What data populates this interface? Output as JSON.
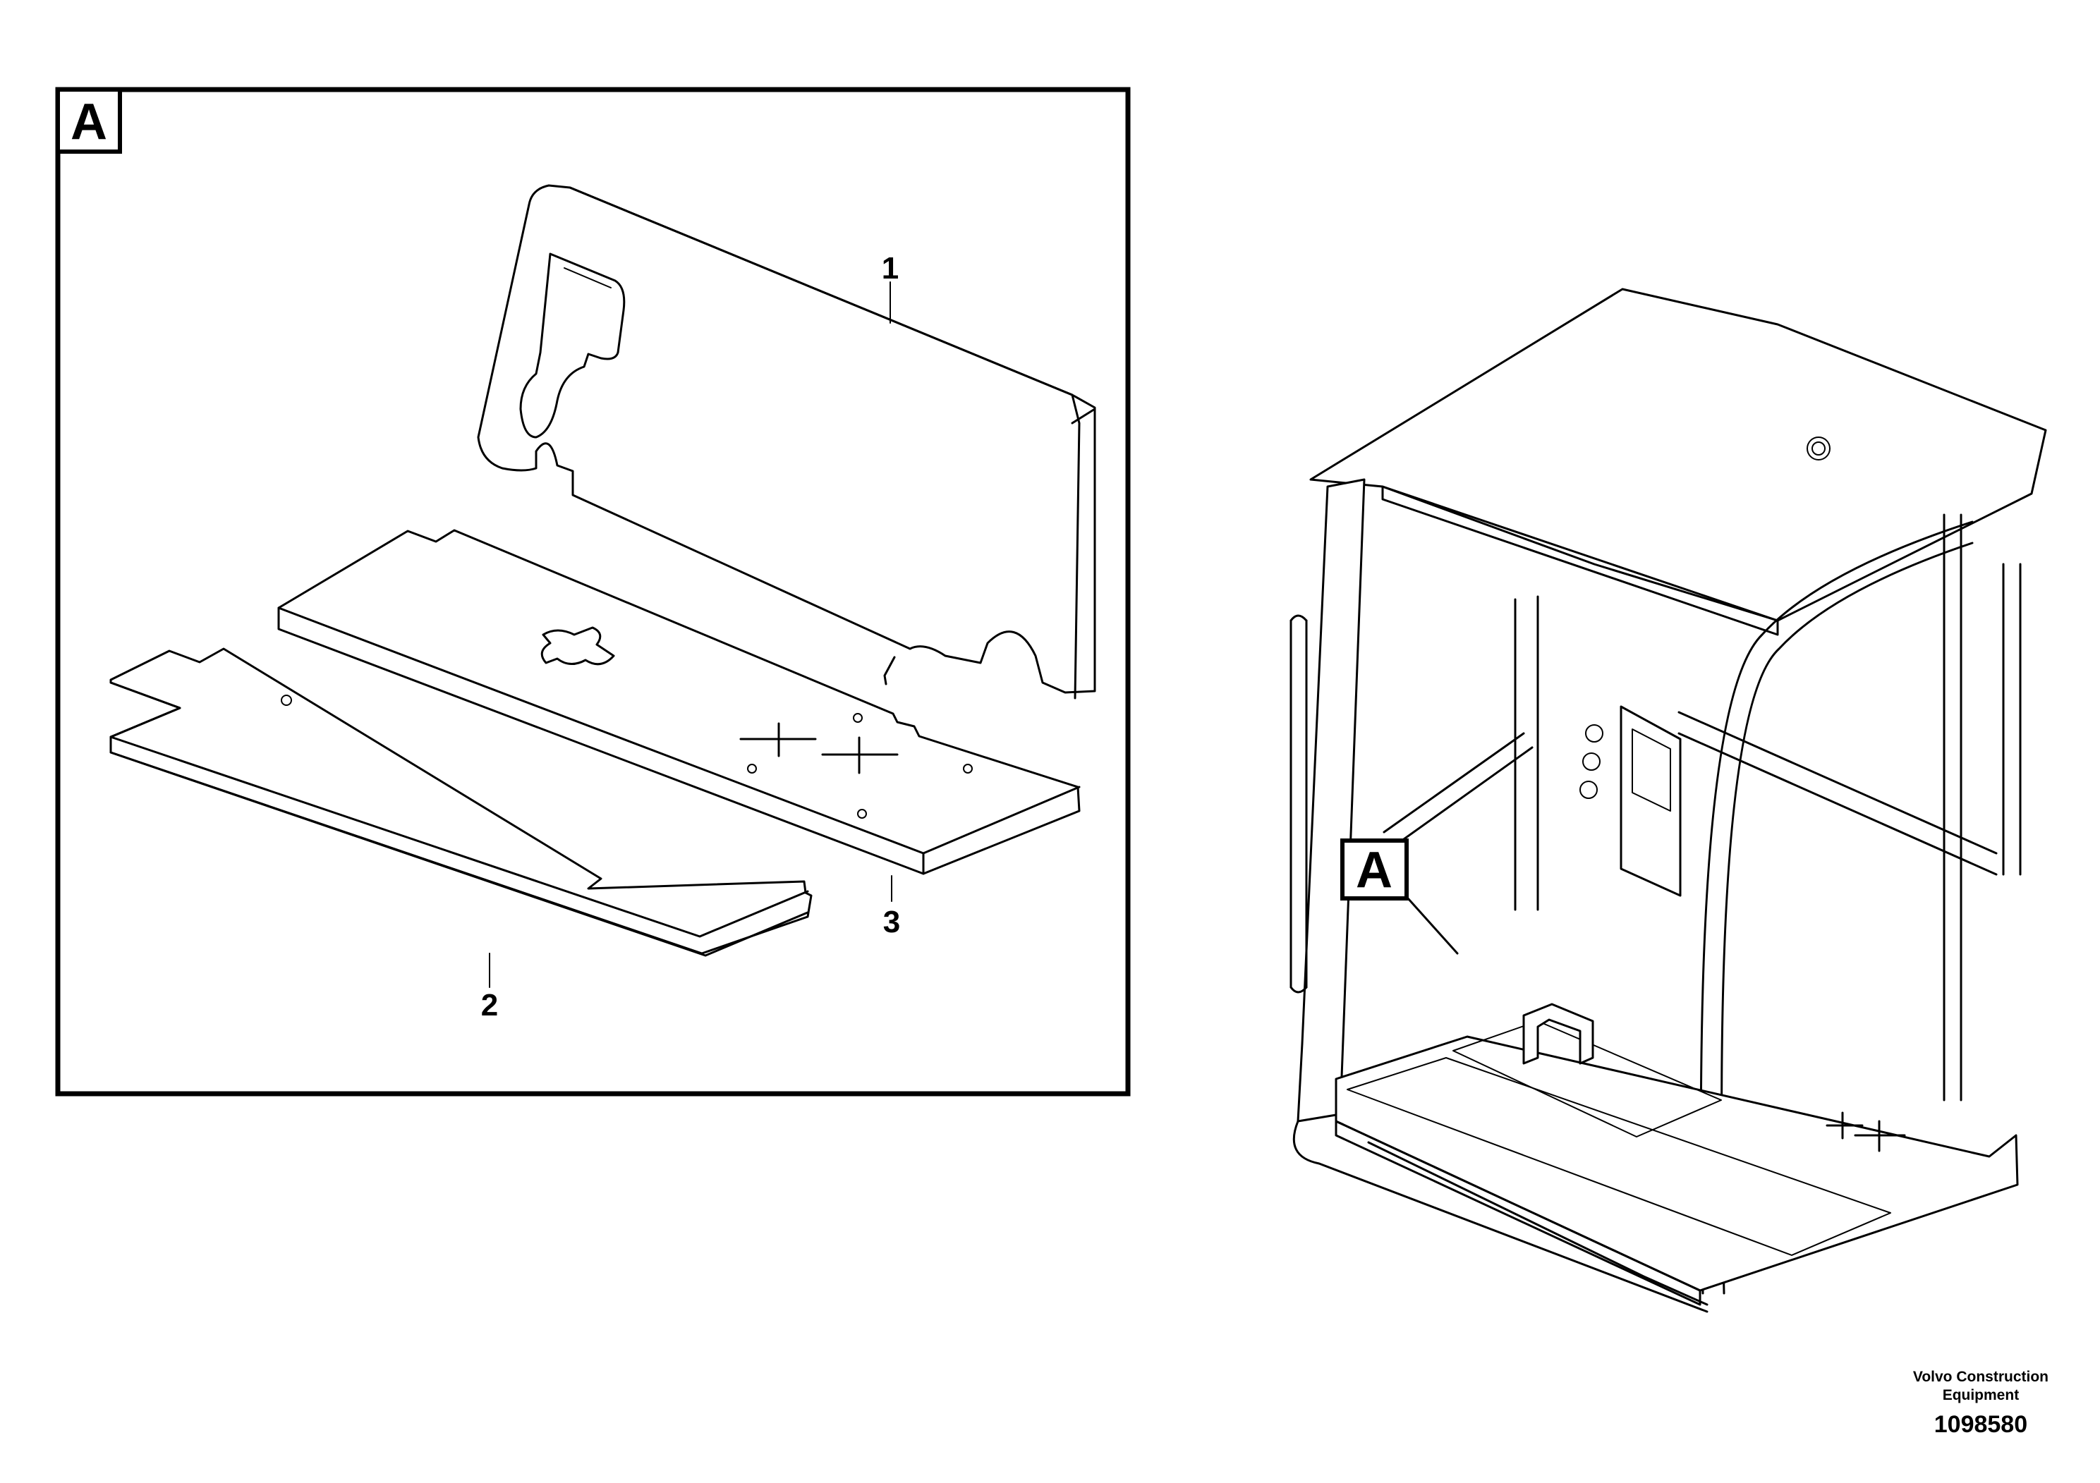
{
  "detail": {
    "view_tag": "A"
  },
  "parts": [
    {
      "item": "1",
      "description": ""
    },
    {
      "item": "2",
      "description": ""
    },
    {
      "item": "3",
      "description": ""
    }
  ],
  "overview": {
    "view_tag": "A"
  },
  "footer": {
    "company_line1": "Volvo Construction",
    "company_line2": "Equipment",
    "document_number": "1098580"
  }
}
